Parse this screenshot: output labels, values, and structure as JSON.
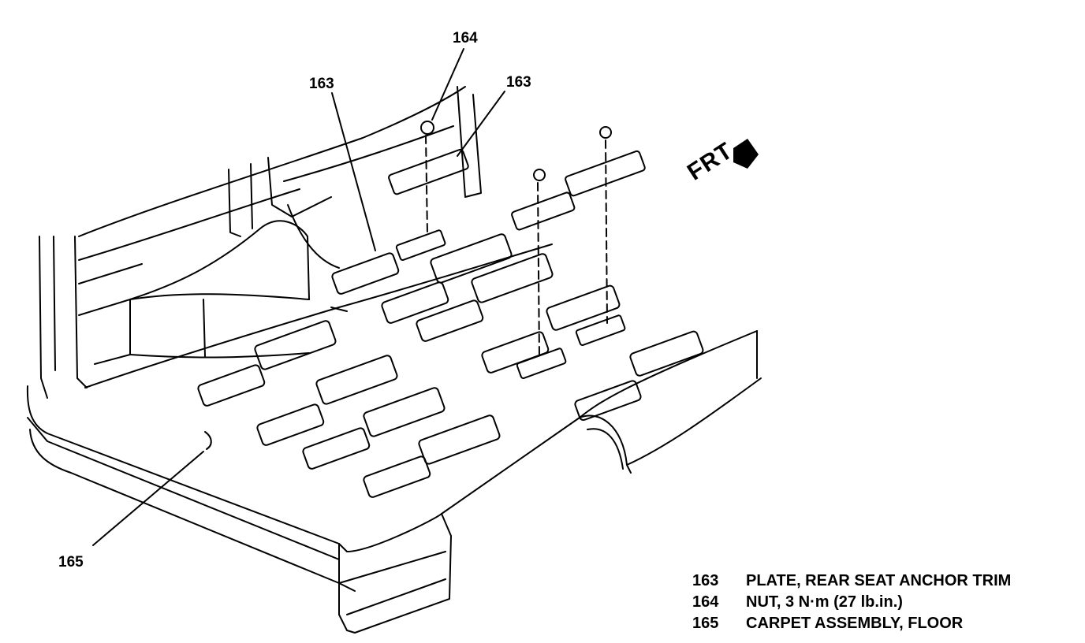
{
  "callouts": {
    "top_nut": "164",
    "left_plate": "163",
    "right_plate": "163",
    "carpet": "165"
  },
  "direction_label": "FRT",
  "legend": [
    {
      "number": "163",
      "description": "PLATE, REAR SEAT ANCHOR TRIM"
    },
    {
      "number": "164",
      "description": "NUT, 3 N·m (27 lb.in.)"
    },
    {
      "number": "165",
      "description": "CARPET ASSEMBLY, FLOOR"
    }
  ],
  "colors": {
    "ink": "#000000",
    "background": "#ffffff"
  }
}
